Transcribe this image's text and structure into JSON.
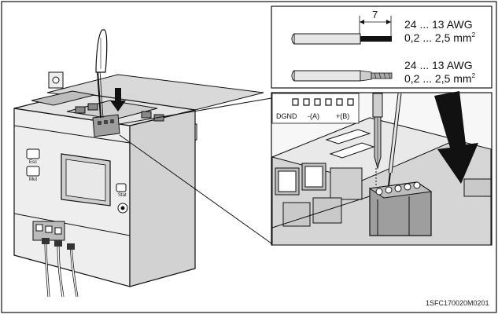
{
  "wire_specs": [
    {
      "awg": "24 ... 13 AWG",
      "mm2": "0,2 ... 2,5 mm",
      "mm2_sup": "2",
      "end_type": "stripped-wire"
    },
    {
      "awg": "24 ... 13 AWG",
      "mm2": "0,2 ... 2,5 mm",
      "mm2_sup": "2",
      "end_type": "ferrule-wire"
    }
  ],
  "strip_length": "7",
  "terminal_labels": [
    "DGND",
    "-(A)",
    "+(B)"
  ],
  "device": {
    "front_labels": [
      "Esc",
      "Mut",
      "Stat"
    ]
  },
  "drawing_code": "1SFC170020M0201",
  "icons": [
    "screwdriver-icon",
    "arrow-down-icon",
    "connector-plug-icon"
  ],
  "colors": {
    "line": "#111111",
    "fill_light": "#e6e6e6",
    "fill_mid": "#bdbdbd",
    "plug": "#9e9e9e"
  }
}
